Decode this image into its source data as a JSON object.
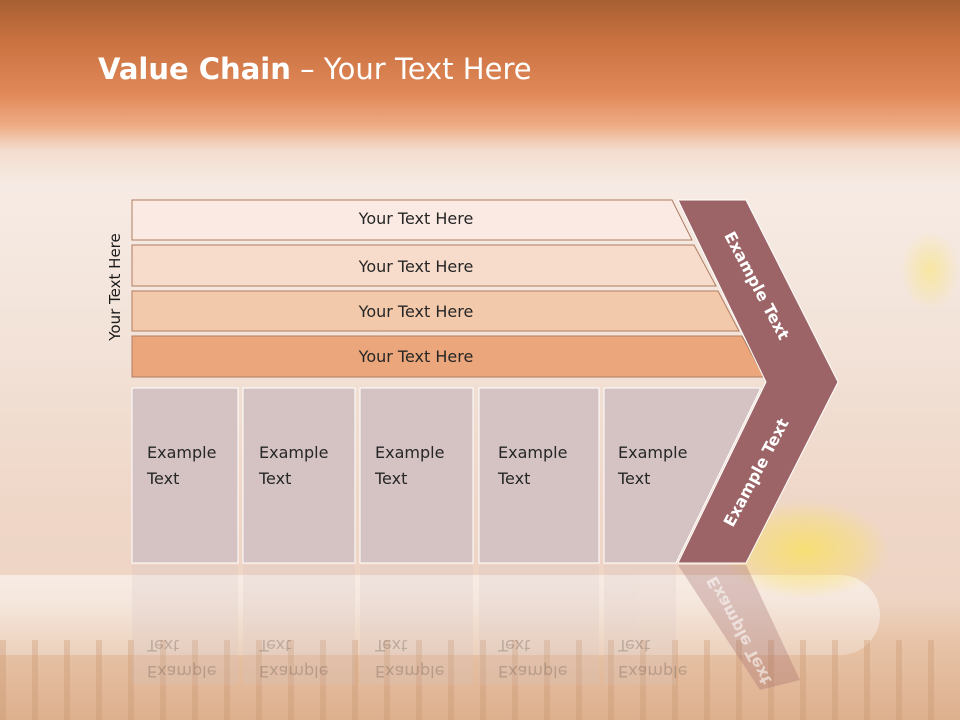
{
  "slide": {
    "title_bold": "Value Chain",
    "title_rest": " – Your Text Here",
    "side_label": "Your Text Here"
  },
  "bars": [
    {
      "label": "Your Text Here",
      "fill": "#fbeae3"
    },
    {
      "label": "Your Text Here",
      "fill": "#f8dccb"
    },
    {
      "label": "Your Text Here",
      "fill": "#f3c9ab"
    },
    {
      "label": "Your Text Here",
      "fill": "#eba67b"
    }
  ],
  "boxes": [
    {
      "line1": "Example",
      "line2": "Text"
    },
    {
      "line1": "Example",
      "line2": "Text"
    },
    {
      "line1": "Example",
      "line2": "Text"
    },
    {
      "line1": "Example",
      "line2": "Text"
    },
    {
      "line1": "Example",
      "line2": "Text"
    }
  ],
  "chevron": {
    "upper_label": "Example Text",
    "lower_label": "Example Text",
    "fill": "#9c6466"
  },
  "colors": {
    "box_fill": "#d5c3c4",
    "bar_stroke": "#b07d62"
  }
}
